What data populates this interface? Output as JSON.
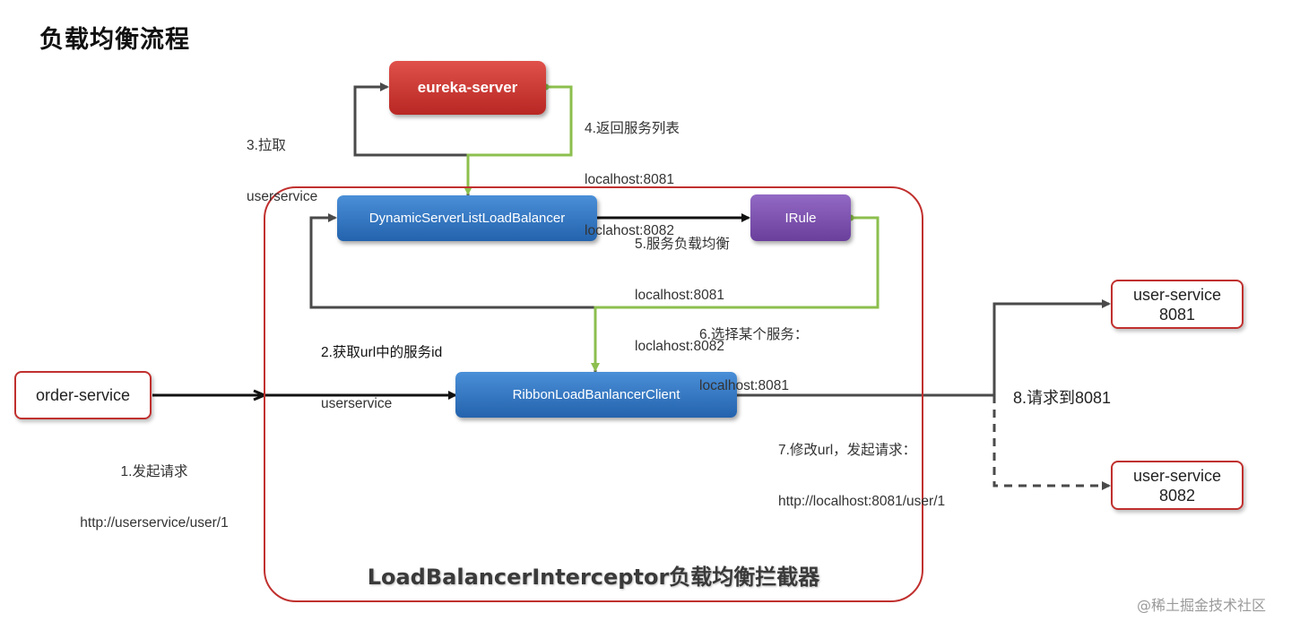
{
  "title": "负载均衡流程",
  "frame_label": "LoadBalancerInterceptor负载均衡拦截器",
  "nodes": {
    "eureka_server": "eureka-server",
    "dynamic_lb": "DynamicServerListLoadBalancer",
    "irule": "IRule",
    "ribbon_client": "RibbonLoadBanlancerClient",
    "order_service": "order-service",
    "user_service_1": {
      "name": "user-service",
      "port": "8081"
    },
    "user_service_2": {
      "name": "user-service",
      "port": "8082"
    }
  },
  "steps": {
    "s1": {
      "label": "1.发起请求",
      "detail": "http://userservice/user/1"
    },
    "s2": {
      "label": "2.获取url中的服务id",
      "detail": "userservice"
    },
    "s3": {
      "label": "3.拉取",
      "detail": "userservice"
    },
    "s4": {
      "label": "4.返回服务列表",
      "detail1": "localhost:8081",
      "detail2": "loclahost:8082"
    },
    "s5": {
      "label": "5.服务负载均衡",
      "detail1": "localhost:8081",
      "detail2": "loclahost:8082"
    },
    "s6": {
      "label": "6.选择某个服务：",
      "detail": "localhost:8081"
    },
    "s7": {
      "label": "7.修改url，发起请求：",
      "detail": "http://localhost:8081/user/1"
    },
    "s8": {
      "label": "8.请求到8081"
    }
  },
  "watermark": "@稀土掘金技术社区",
  "colors": {
    "frame": "#c0302e",
    "arrow_dark": "#4a4a4a",
    "arrow_green": "#8cbf4e",
    "eureka": "#c8322d",
    "blue_node": "#3273c2",
    "irule": "#7a50ae"
  }
}
